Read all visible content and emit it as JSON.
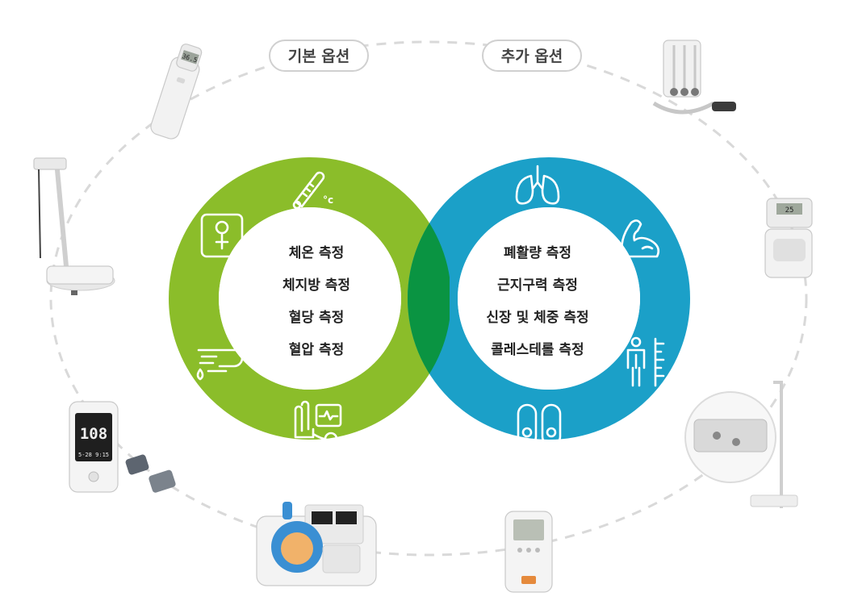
{
  "options": {
    "basic_label": "기본 옵션",
    "extra_label": "추가 옵션"
  },
  "basic_measurements": [
    "체온 측정",
    "체지방 측정",
    "혈당 측정",
    "혈압 측정"
  ],
  "extra_measurements": [
    "폐활량 측정",
    "근지구력 측정",
    "신장 및 체중 측정",
    "콜레스테롤 측정"
  ],
  "device_readouts": {
    "thermometer": "36.5",
    "glucose_meter": "108",
    "glucose_date": "5-28",
    "glucose_time": "9:15",
    "grip_meter": "25"
  },
  "colors": {
    "green": "#8bbd2a",
    "blue": "#1ba0c8",
    "overlap": "#0a9442",
    "dashed_ring": "#d9d9d9"
  },
  "icons": {
    "left_ring": [
      "thermometer-icon",
      "body-fat-scale-icon",
      "glucose-blood-drop-icon",
      "blood-pressure-cuff-icon"
    ],
    "right_ring": [
      "lungs-icon",
      "flexed-arm-icon",
      "height-weight-icon",
      "cholesterol-vessels-icon"
    ]
  }
}
